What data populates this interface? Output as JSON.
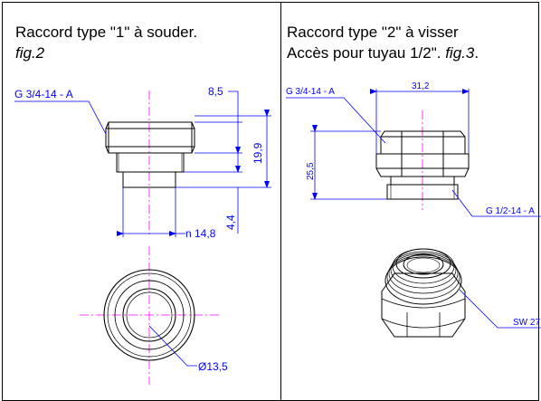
{
  "left_panel": {
    "title_line1": "Raccord type \"1\" à souder.",
    "title_line2": "fig.2",
    "labels": {
      "thread": "G 3/4-14 - A",
      "dim_top": "8,5",
      "dim_height": "19,9",
      "dim_lower": "4,4",
      "dim_width": "n 14,8",
      "dim_diameter": "Ø13,5"
    }
  },
  "right_panel": {
    "title_line1": "Raccord type \"2\" à visser",
    "title_line2_main": "Accès pour tuyau 1/2\". ",
    "title_line2_fig": "fig.3",
    "title_line2_end": ".",
    "labels": {
      "thread": "G 3/4-14 - A",
      "dim_width": "31,2",
      "dim_height": "25,5",
      "thread_lower": "G 1/2-14 - A",
      "wrench": "SW 27"
    }
  },
  "colors": {
    "dimension": "#0000ff",
    "centerline": "#ff00ff",
    "outline": "#000000"
  }
}
